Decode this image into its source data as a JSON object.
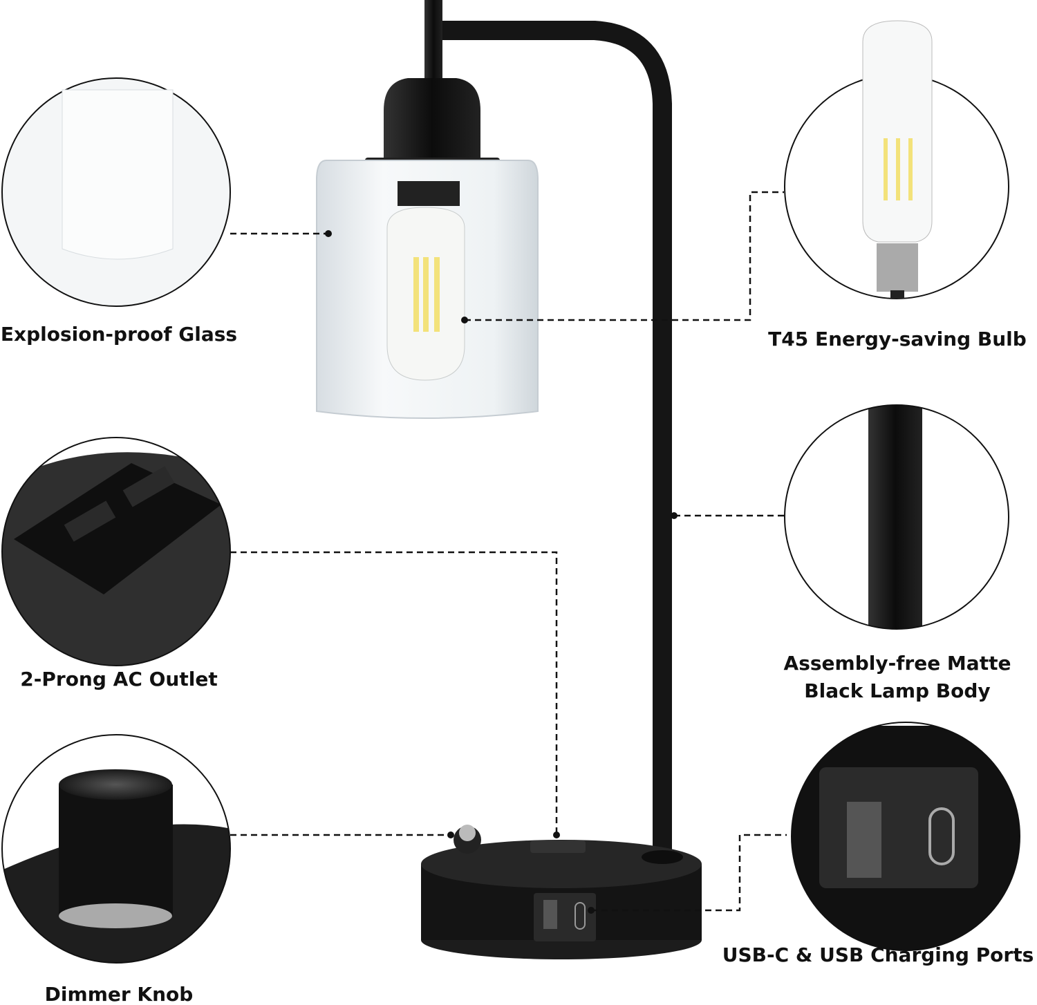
{
  "features": {
    "glass": {
      "label": "Explosion-proof Glass"
    },
    "outlet": {
      "label": "2-Prong AC Outlet"
    },
    "dimmer": {
      "label": "Dimmer Knob"
    },
    "bulb": {
      "label": "T45 Energy-saving Bulb"
    },
    "body": {
      "label_line1": "Assembly-free Matte",
      "label_line2": "Black Lamp Body"
    },
    "ports": {
      "label": "USB-C & USB Charging Ports"
    }
  },
  "colors": {
    "lamp_black": "#151515",
    "glass": "#e8eef2",
    "bulb_filament": "#f3e27a",
    "text": "#111111"
  }
}
